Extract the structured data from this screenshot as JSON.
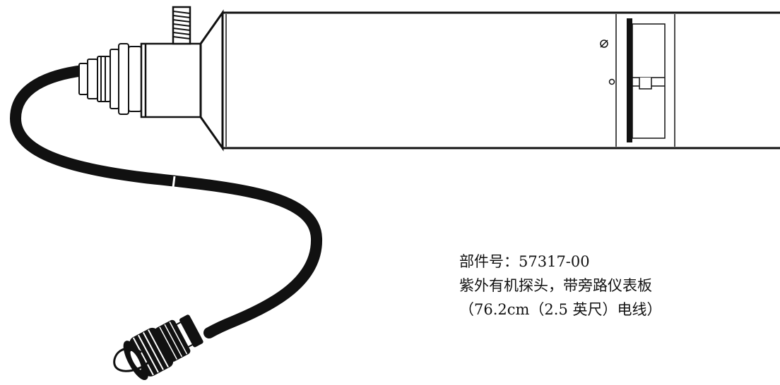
{
  "caption": {
    "part_number": "部件号：57317-00",
    "description": "紫外有机探头，带旁路仪表板",
    "cable_note": "（76.2cm（2.5 英尺）电线）"
  },
  "colors": {
    "line": "#111111",
    "background": "#ffffff"
  }
}
